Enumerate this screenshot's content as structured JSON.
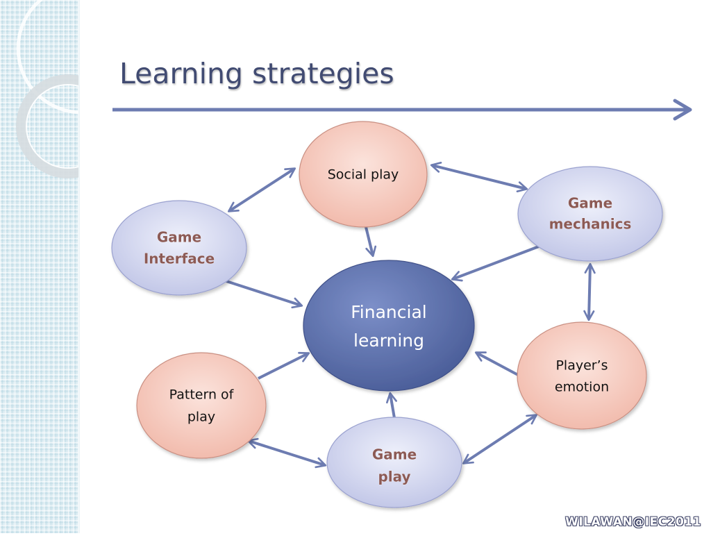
{
  "slide": {
    "title": "Learning strategies",
    "footer": "WILAWAN@IEC2011"
  },
  "colors": {
    "title_text": "#414b72",
    "arrow": "#6d7cb1",
    "center_fill": "#5b6ea8",
    "blue_node_fill": "#cfd2ee",
    "pink_node_fill": "#f5c3b6",
    "bold_label_text": "#8c5a55"
  },
  "diagram": {
    "center": {
      "lines": [
        "Financial",
        "learning"
      ]
    },
    "nodes": [
      {
        "id": "social-play",
        "lines": [
          "Social play"
        ],
        "style": "pink-plain"
      },
      {
        "id": "game-mechanics",
        "lines": [
          "Game",
          "mechanics"
        ],
        "style": "blue-bold"
      },
      {
        "id": "game-interface",
        "lines": [
          "Game",
          "Interface"
        ],
        "style": "blue-bold"
      },
      {
        "id": "players-emotion",
        "lines": [
          "Player’s",
          "emotion"
        ],
        "style": "pink-plain"
      },
      {
        "id": "pattern-of-play",
        "lines": [
          "Pattern of",
          "play"
        ],
        "style": "pink-plain"
      },
      {
        "id": "game-play",
        "lines": [
          "Game",
          "play"
        ],
        "style": "blue-bold"
      }
    ],
    "connections": [
      {
        "from": "social-play",
        "to": "financial-learning",
        "type": "one-way"
      },
      {
        "from": "game-mechanics",
        "to": "financial-learning",
        "type": "one-way"
      },
      {
        "from": "game-interface",
        "to": "financial-learning",
        "type": "one-way"
      },
      {
        "from": "players-emotion",
        "to": "financial-learning",
        "type": "one-way"
      },
      {
        "from": "pattern-of-play",
        "to": "financial-learning",
        "type": "one-way"
      },
      {
        "from": "game-play",
        "to": "financial-learning",
        "type": "one-way"
      },
      {
        "from": "social-play",
        "to": "game-interface",
        "type": "two-way"
      },
      {
        "from": "social-play",
        "to": "game-mechanics",
        "type": "two-way"
      },
      {
        "from": "game-mechanics",
        "to": "players-emotion",
        "type": "two-way"
      },
      {
        "from": "players-emotion",
        "to": "game-play",
        "type": "two-way"
      },
      {
        "from": "game-play",
        "to": "pattern-of-play",
        "type": "two-way"
      }
    ]
  }
}
